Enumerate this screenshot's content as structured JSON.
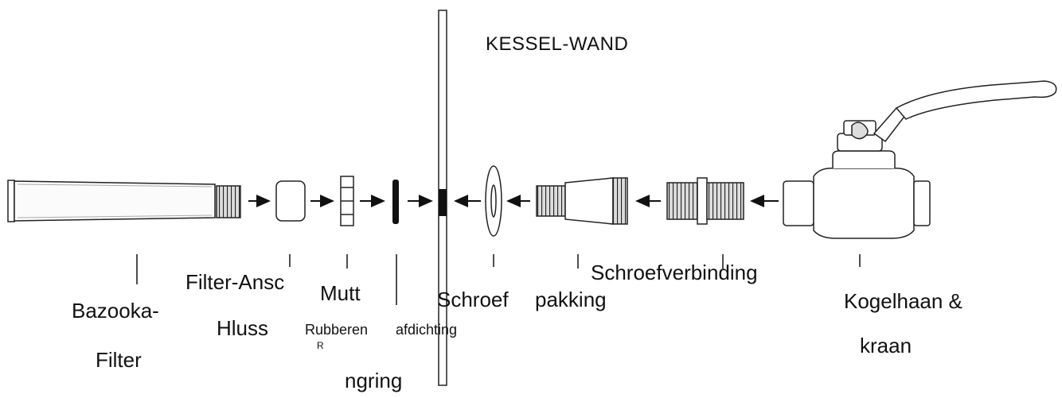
{
  "title": "KESSEL-WAND",
  "labels": {
    "bazooka_line1": "Bazooka-",
    "bazooka_line2": "Filter",
    "filter_ansc_line1": "Filter-Ansc",
    "filter_ansc_line2": "Hluss",
    "mutt": "Mutt",
    "rubber_line1": "Rubberen",
    "rubber_subscript": "R",
    "afdichting": "afdichting",
    "ngring": "ngring",
    "schroef": "Schroef",
    "pakking": "pakking",
    "schroefverbinding": "Schroefverbinding",
    "kogelhaan_line1": "Kogelhaan  &",
    "kogelhaan_line2": "kraan"
  },
  "icons": {
    "bazooka_filter": "bazooka-filter-icon",
    "filter_connector": "filter-connector-icon",
    "nut": "nut-icon",
    "rubber_ring": "rubber-ring-icon",
    "boiler_wall": "boiler-wall-icon",
    "gasket": "gasket-icon",
    "threaded_fitting": "threaded-fitting-icon",
    "nipple": "threaded-nipple-icon",
    "ball_valve": "ball-valve-icon",
    "arrow": "arrow-left-right-icon"
  }
}
